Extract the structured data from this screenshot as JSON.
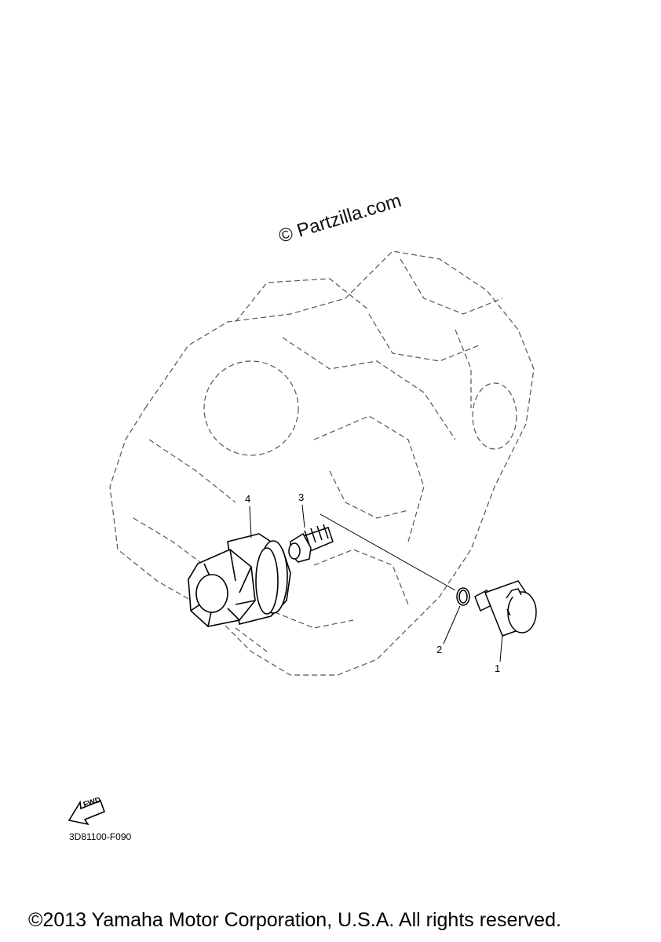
{
  "watermark": "© Partzilla.com",
  "callouts": [
    {
      "id": "1",
      "label": "1"
    },
    {
      "id": "2",
      "label": "2"
    },
    {
      "id": "3",
      "label": "3"
    },
    {
      "id": "4",
      "label": "4"
    }
  ],
  "fwd_label": "FWD",
  "drawing_code": "3D81100-F090",
  "footer": "©2013 Yamaha Motor Corporation, U.S.A. All rights reserved."
}
